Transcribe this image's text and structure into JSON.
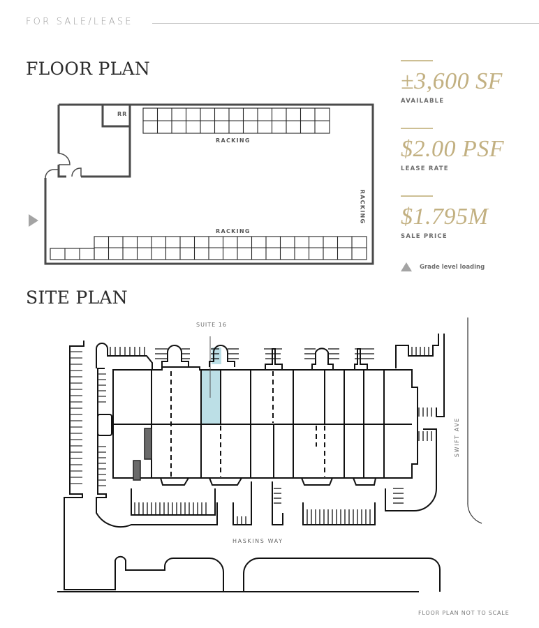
{
  "header": {
    "eyebrow": "FOR SALE/LEASE"
  },
  "floor_plan": {
    "title": "FLOOR PLAN",
    "labels": {
      "restroom": "RR",
      "racking_top": "RACKING",
      "racking_bottom": "RACKING",
      "racking_side": "RACKING"
    },
    "loading_marker": "grade-level-loading-arrow"
  },
  "stats": [
    {
      "value": "±3,600 SF",
      "label": "AVAILABLE"
    },
    {
      "value": "$2.00 PSF",
      "label": "LEASE RATE"
    },
    {
      "value": "$1.795M",
      "label": "SALE PRICE"
    }
  ],
  "legend": {
    "icon": "triangle-icon",
    "text": "Grade level loading"
  },
  "site_plan": {
    "title": "SITE PLAN",
    "suite_label": "SUITE 16",
    "street_south": "HASKINS WAY",
    "street_east": "SWIFT AVE",
    "highlight_color": "#bcdfe6"
  },
  "footer": {
    "note": "FLOOR PLAN NOT TO SCALE"
  },
  "colors": {
    "accent_gold": "#c2b081",
    "rule_gold": "#cdbf94",
    "text_dark": "#2c2c2c",
    "text_gray": "#9a9a9a",
    "line_dark": "#1a1a1a"
  }
}
